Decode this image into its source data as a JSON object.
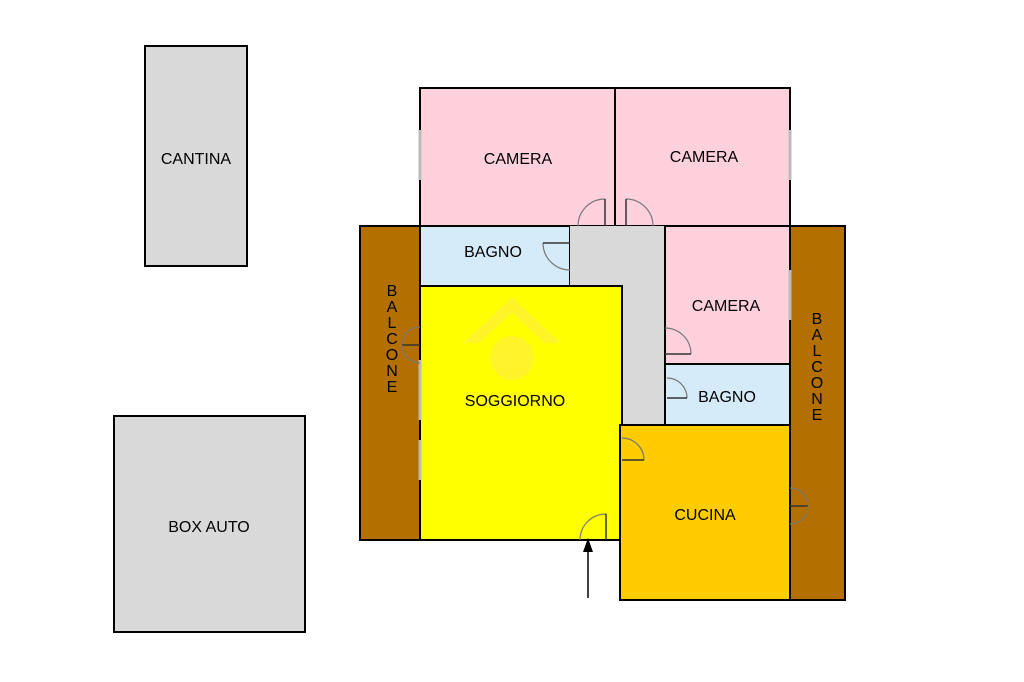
{
  "rooms": {
    "cantina": {
      "label": "CANTINA",
      "color": "#d9d9d9"
    },
    "box_auto": {
      "label": "BOX AUTO",
      "color": "#d9d9d9"
    },
    "camera_1": {
      "label": "CAMERA",
      "color": "#ffd1dc"
    },
    "camera_2": {
      "label": "CAMERA",
      "color": "#ffd1dc"
    },
    "camera_3": {
      "label": "CAMERA",
      "color": "#ffd1dc"
    },
    "bagno_1": {
      "label": "BAGNO",
      "color": "#d6ebfa"
    },
    "bagno_2": {
      "label": "BAGNO",
      "color": "#d6ebfa"
    },
    "soggiorno": {
      "label": "SOGGIORNO",
      "color": "#ffff00"
    },
    "cucina": {
      "label": "CUCINA",
      "color": "#ffcc00"
    },
    "corridoio": {
      "color": "#d9d9d9"
    },
    "balcone_left": {
      "label": "BALCONE",
      "color": "#b36f00"
    },
    "balcone_right": {
      "label": "BALCONE",
      "color": "#b36f00"
    }
  },
  "icons": {
    "entrance": "entrance-arrow-icon",
    "watermark": "house-logo-watermark"
  }
}
